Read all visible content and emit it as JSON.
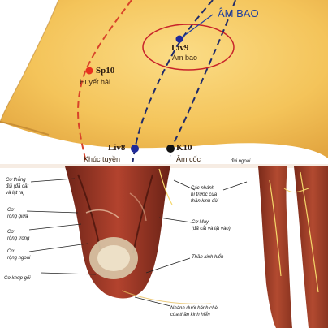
{
  "title": "ÂM BAO",
  "points": [
    {
      "code": "Sp10",
      "name": "Huyết hải",
      "color": "#e8321e"
    },
    {
      "code": "Liv9",
      "name": "Âm bao",
      "color": "#1f2a9a"
    },
    {
      "code": "Liv8",
      "name": "Khúc tuyền",
      "color": "#1f2a9a"
    },
    {
      "code": "K10",
      "name": "Âm cốc",
      "color": "#111111"
    }
  ],
  "anatomy_labels": [
    [
      "Cơ thẳng",
      "đùi (đã cắt",
      "và lật ra)"
    ],
    [
      "Cơ",
      "rộng giữa"
    ],
    [
      "Cơ",
      "rộng trong"
    ],
    [
      "Cơ",
      "rộng ngoài"
    ],
    [
      "Cơ khớp gối"
    ],
    [
      "Các nhánh",
      "bì trước của",
      "thần kinh đùi"
    ],
    [
      "Cơ May",
      "(đã cắt và lật vào)"
    ],
    [
      "Thần kinh hiển"
    ],
    [
      "Nhánh dưới bánh chè",
      "của thần kinh hiển"
    ],
    [
      "đùi ngoài"
    ]
  ],
  "colors": {
    "skin": "#f5c65a",
    "spleen_meridian": "#d8432a",
    "liver_meridian": "#1f2a6a",
    "circle": "#c8232a",
    "title": "#1f3fa0"
  }
}
